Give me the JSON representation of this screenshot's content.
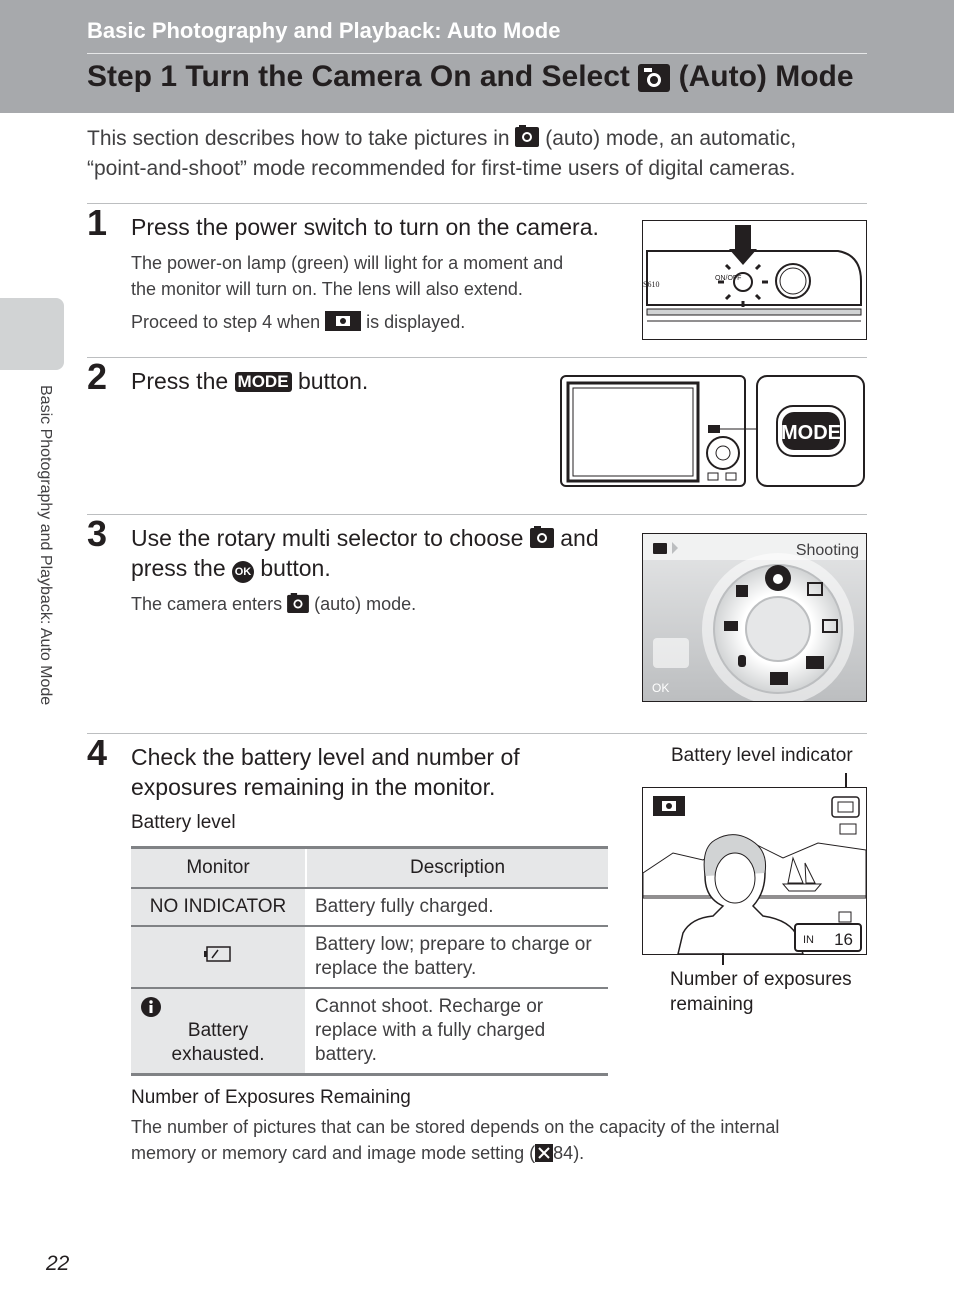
{
  "header": {
    "section": "Basic Photography and Playback: Auto Mode",
    "title_pre": "Step 1 Turn the Camera On and Select",
    "title_post": "(Auto) Mode"
  },
  "intro": {
    "line1_pre": "This section describes how to take pictures in",
    "line1_post": "(auto) mode, an automatic,",
    "line2": "“point-and-shoot” mode recommended for first-time users of digital cameras."
  },
  "side_tab": "Basic Photography and Playback: Auto Mode",
  "steps": [
    {
      "number": "1",
      "main": "Press the power switch to turn on the camera.",
      "text1": "The power-on lamp (green) will light for a moment and",
      "text2": "the monitor will turn on. The lens will also extend.",
      "text3_pre": "Proceed to step 4 when",
      "text3_post": "is displayed."
    },
    {
      "number": "2",
      "main_pre": "Press the",
      "mode_label": "MODE",
      "main_post": "button."
    },
    {
      "number": "3",
      "main_pre": "Use the rotary multi selector to choose",
      "main_mid": "and",
      "main2_pre": "press the",
      "ok_label": "OK",
      "main2_post": "button.",
      "text_pre": "The camera enters",
      "text_post": "(auto) mode."
    },
    {
      "number": "4",
      "main1": "Check the battery level and number of",
      "main2": "exposures remaining in the monitor.",
      "sub": "Battery level"
    }
  ],
  "figure1": {
    "model": "S610",
    "switch_label": "ON/OFF"
  },
  "figure2": {
    "button_label": "MODE"
  },
  "figure3": {
    "menu_title": "Shooting",
    "ok_hint": "OK"
  },
  "figure4": {
    "label_battery": "Battery level indicator",
    "label_exposures1": "Number of exposures",
    "label_exposures2": "remaining",
    "exposures_count": "16",
    "memory_icon": "IN"
  },
  "battery_table": {
    "headers": [
      "Monitor",
      "Description"
    ],
    "rows": [
      {
        "monitor": "NO INDICATOR",
        "description": "Battery fully charged."
      },
      {
        "monitor": "",
        "monitor_icon": "battery-low-icon",
        "description": "Battery low; prepare to charge or replace the battery."
      },
      {
        "monitor": "Battery exhausted.",
        "monitor_icon": "warning-icon",
        "description": "Cannot shoot. Recharge or replace with a fully charged battery."
      }
    ]
  },
  "exposures": {
    "heading": "Number of Exposures Remaining",
    "text1": "The number of pictures that can be stored depends on the capacity of the internal",
    "text2_pre": "memory or memory card and image mode setting (",
    "text2_ref": "84",
    "text2_post": ")."
  },
  "page_number": "22",
  "colors": {
    "header_bg": "#a7a9ac",
    "side_tab_bg": "#d1d3d4",
    "table_header_bg": "#e6e7e8"
  }
}
